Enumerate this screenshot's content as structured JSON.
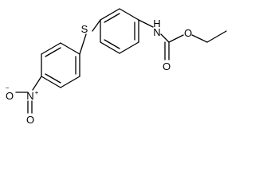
{
  "molecule": {
    "atoms": {
      "sulfur": "S",
      "nh": "H",
      "amide_n": "N",
      "carbonyl_o": "O",
      "ester_o": "O",
      "nitro_n": "N",
      "nitro_n_charge": "+",
      "nitro_o_single": "O",
      "nitro_o_single_charge": "−",
      "nitro_o_double": "O"
    }
  }
}
